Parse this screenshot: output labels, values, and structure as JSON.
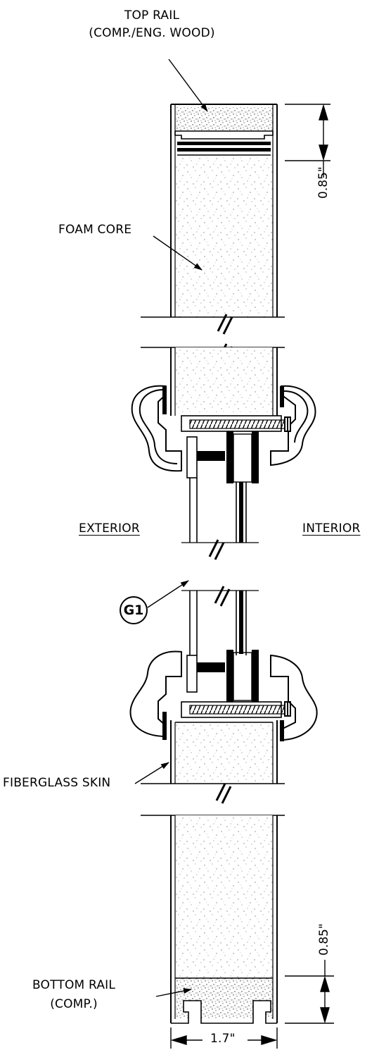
{
  "labels": {
    "top_rail_line1": "TOP RAIL",
    "top_rail_line2": "(COMP./ENG. WOOD)",
    "foam_core": "FOAM CORE",
    "exterior": "EXTERIOR",
    "interior": "INTERIOR",
    "glass_tag": "G1",
    "fiberglass_skin": "FIBERGLASS SKIN",
    "bottom_rail_line1": "BOTTOM RAIL",
    "bottom_rail_line2": "(COMP.)"
  },
  "dimensions": {
    "top_rail_height": "0.85\"",
    "bottom_rail_height": "0.85\"",
    "rail_width": "1.7\""
  }
}
